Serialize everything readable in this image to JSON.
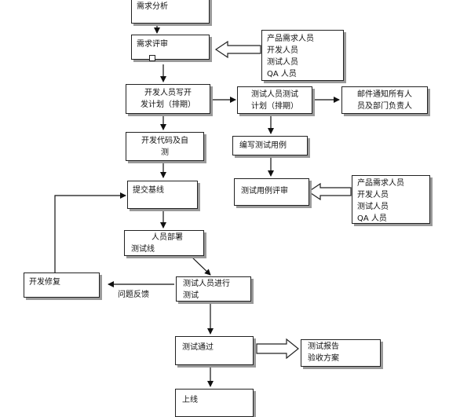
{
  "boxes": {
    "req_analysis": "需求分析",
    "req_review": "需求评审",
    "review_roles_1": [
      "产品需求人员",
      "开发人员",
      "测试人员",
      "QA 人员"
    ],
    "dev_plan": [
      "开发人员写开",
      "发计划（排期）"
    ],
    "test_plan": [
      "测试人员测试",
      "计划（排期）"
    ],
    "email_notify": [
      "邮件通知所有人",
      "员及部门负责人"
    ],
    "dev_code": [
      "开发代码及自",
      "测"
    ],
    "write_cases": "编写测试用例",
    "case_review": "测试用例评审",
    "review_roles_2": [
      "产品需求人员",
      "开发人员",
      "测试人员",
      "QA 人员"
    ],
    "submit_baseline": "提交基线",
    "deploy_test": [
      "人员部署",
      "测试线"
    ],
    "dev_fix": "开发修复",
    "tester_test": [
      "测试人员进行",
      "测试"
    ],
    "test_pass": "测试通过",
    "test_report": [
      "测试报告",
      "验收方案"
    ],
    "go_live": "上线"
  },
  "labels": {
    "feedback": "问题反馈"
  },
  "colors": {
    "line": "#111111",
    "border": "#222222",
    "shadow": "#9a9a9a"
  }
}
